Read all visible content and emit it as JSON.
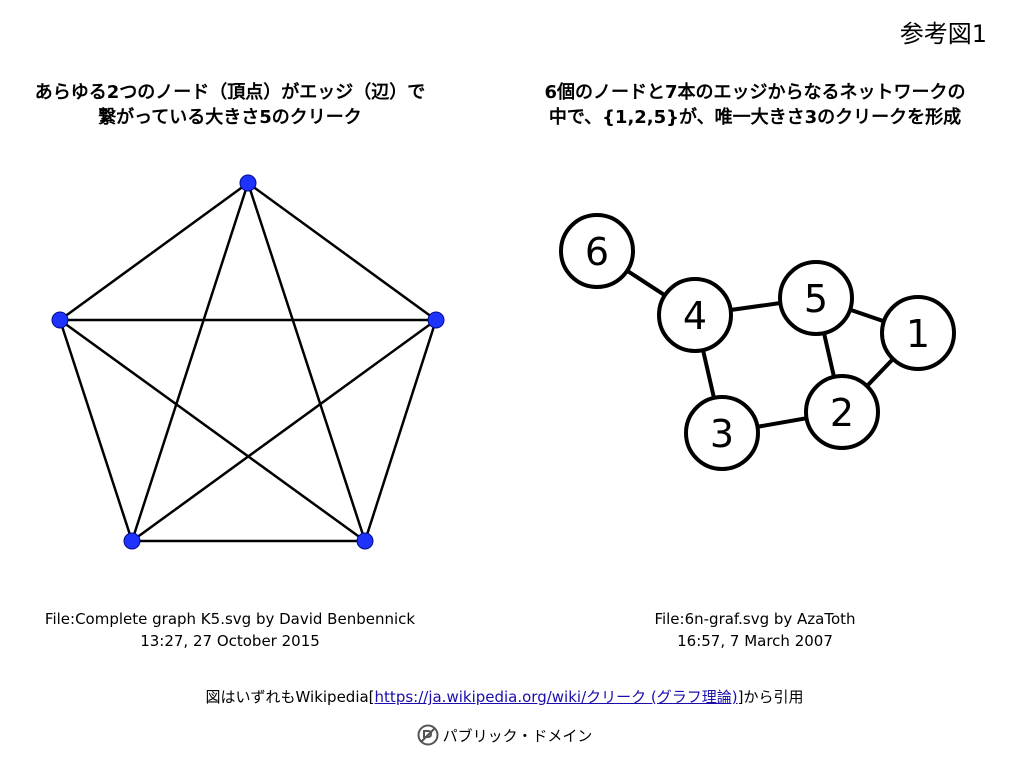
{
  "page": {
    "slide_title": "参考図1"
  },
  "left_panel": {
    "heading_line1": "あらゆる2つのノード（頂点）がエッジ（辺）で",
    "heading_line2": "繋がっている大きさ5のクリーク",
    "credit_line1": "File:Complete graph K5.svg by David Benbennick",
    "credit_line2": "13:27, 27 October 2015",
    "node_color": "#1f33ff"
  },
  "right_panel": {
    "heading_line1": "6個のノードと7本のエッジからなるネットワークの",
    "heading_line2": "中で、{1,2,5}が、唯一大きさ3のクリークを形成",
    "credit_line1": "File:6n-graf.svg by AzaToth",
    "credit_line2": "16:57, 7 March 2007",
    "nodes": [
      {
        "label": "1"
      },
      {
        "label": "2"
      },
      {
        "label": "3"
      },
      {
        "label": "4"
      },
      {
        "label": "5"
      },
      {
        "label": "6"
      }
    ],
    "edges": [
      [
        "6",
        "4"
      ],
      [
        "4",
        "5"
      ],
      [
        "4",
        "3"
      ],
      [
        "3",
        "2"
      ],
      [
        "5",
        "2"
      ],
      [
        "5",
        "1"
      ],
      [
        "1",
        "2"
      ]
    ]
  },
  "footer": {
    "source_prefix": "図はいずれもWikipedia[",
    "source_link": "https://ja.wikipedia.org/wiki/クリーク (グラフ理論)",
    "source_suffix": "]から引用",
    "public_domain_label": "パブリック・ドメイン"
  }
}
